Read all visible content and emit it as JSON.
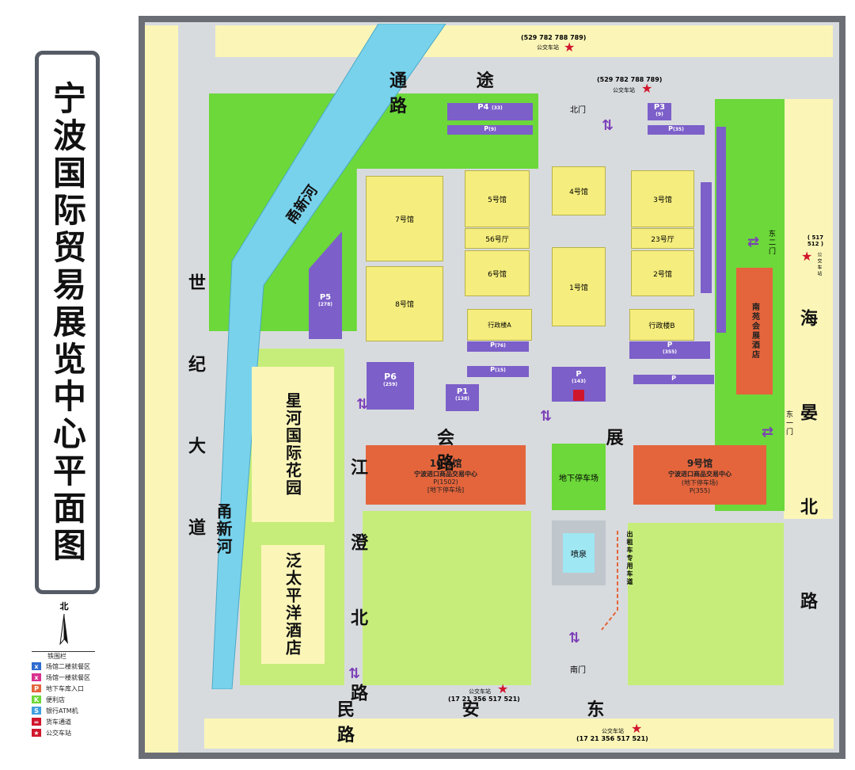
{
  "title": "宁波国际贸易展览中心平面图",
  "roads": {
    "north": "通 途 路",
    "south": "民 安 东 路",
    "west": "世 纪 大 道",
    "east": "海 晏 北 路",
    "middle": "会 展 路",
    "inner_west": "江 澄 北 路"
  },
  "river": {
    "upper": "甬新河",
    "lower": "甬新河"
  },
  "areas": {
    "garden": "星河国际花园",
    "hotel_left": "泛太平洋酒店",
    "hotel_right": "南苑会展酒店",
    "fountain": "喷泉",
    "underground_parking": "地下停车场"
  },
  "halls": {
    "h7": "7号馆",
    "h8": "8号馆",
    "h5": "5号馆",
    "h56": "56号厅",
    "h6": "6号馆",
    "h4": "4号馆",
    "h1": "1号馆",
    "h3": "3号馆",
    "h23": "23号厅",
    "h2": "2号馆",
    "adminA": "行政楼A",
    "adminB": "行政楼B",
    "h10": {
      "name": "10号馆",
      "sub": "宁波进口商品交易中心",
      "p": "P(1502)",
      "note": "[地下停车场]"
    },
    "h9": {
      "name": "9号馆",
      "sub": "宁波进口商品交易中心",
      "note": "(地下停车场)",
      "p": "P(355)"
    }
  },
  "parking": {
    "p4": "P4",
    "p4n": "(33)",
    "p_top": "P",
    "p_top_n": "(9)",
    "p3": "P3",
    "p3n": "(9)",
    "p_top2": "P",
    "p_top2_n": "(35)",
    "p5": "P5",
    "p5n": "(278)",
    "p6": "P6",
    "p6n": "(259)",
    "p1": "P1",
    "p1n": "(138)",
    "p76": "P",
    "p76n": "(76)",
    "p15": "P",
    "p15n": "(15)",
    "p143": "P",
    "p143n": "(143)",
    "p355": "P",
    "p355n": "(355)",
    "pR": "P"
  },
  "gates": {
    "north": "北门",
    "east2": "东二门",
    "east1": "东一门",
    "south": "南门"
  },
  "bus": {
    "label": "公交车站",
    "top1": "(529 782 788 789)",
    "top2": "(529 782 788 789)",
    "east": "( 517 512 )",
    "bottom1": "(17 21 356 517 521)",
    "bottom2": "(17 21 356 517 521)"
  },
  "taxi": "出租车专用车道",
  "compass": "北",
  "legend": {
    "fence": "铁围栏",
    "items": [
      {
        "icon": "x",
        "text": "场馆二楼就餐区",
        "color": "#2d6bd1"
      },
      {
        "icon": "x",
        "text": "场馆一楼就餐区",
        "color": "#d8308f"
      },
      {
        "icon": "P",
        "text": "地下车库入口",
        "color": "#e4653c"
      },
      {
        "icon": "K",
        "text": "便利店",
        "color": "#6cd83a"
      },
      {
        "icon": "S",
        "text": "银行ATM机",
        "color": "#3fa0e0"
      },
      {
        "icon": "=",
        "text": "货车通道",
        "color": "#d0162c"
      },
      {
        "icon": "★",
        "text": "公交车站",
        "color": "#d0162c"
      }
    ]
  },
  "colors": {
    "hall": "#f5ed7d",
    "parking": "#7c5fc9",
    "green": "#6cd83a",
    "lightgreen": "#c6ed7a",
    "orange": "#e4653c",
    "river": "#79d2ec",
    "road": "#d8dbde"
  }
}
